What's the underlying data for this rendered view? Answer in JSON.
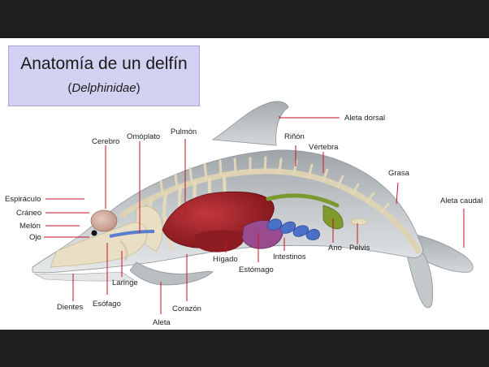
{
  "title": "Anatomía de un delfín",
  "subtitle_open": "(",
  "subtitle_italic": "Delphinidae",
  "subtitle_close": ")",
  "labels": {
    "aleta_dorsal": "Aleta dorsal",
    "cerebro": "Cerebro",
    "omoplato": "Omóplato",
    "pulmon": "Pulmón",
    "rinon": "Riñón",
    "vertebra": "Vértebra",
    "grasa": "Grasa",
    "aleta_caudal": "Aleta caudal",
    "espiraculo": "Espiráculo",
    "craneo": "Cráneo",
    "melon": "Melón",
    "ojo": "Ojo",
    "higado": "Hígado",
    "estomago": "Estómago",
    "intestinos": "Intestinos",
    "ano": "Ano",
    "pelvis": "Pelvis",
    "laringe": "Laringe",
    "dientes": "Dientes",
    "esofago": "Esófago",
    "corazon": "Corazón",
    "aleta": "Aleta"
  }
}
